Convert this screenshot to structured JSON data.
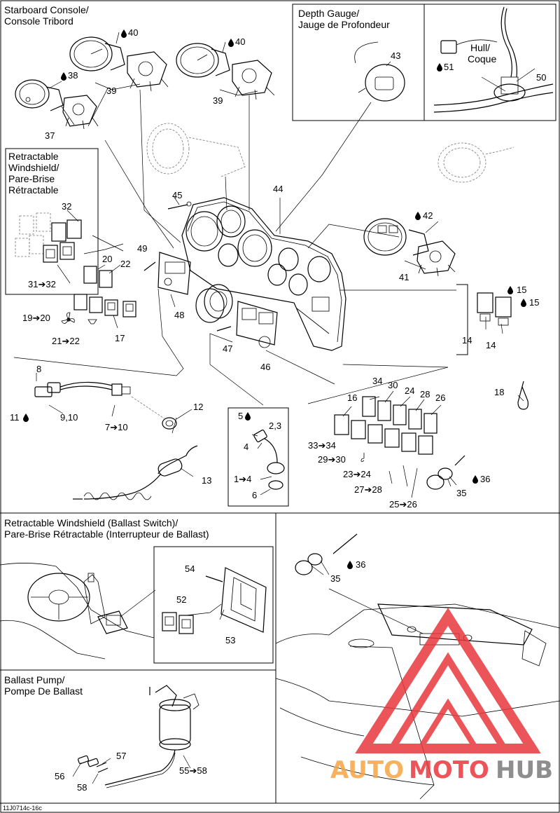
{
  "sections": {
    "starboard_console": [
      "Starboard Console/",
      "Console Tribord"
    ],
    "depth_gauge": [
      "Depth Gauge/",
      "Jauge de Profondeur"
    ],
    "hull": [
      "Hull/",
      "Coque"
    ],
    "retractable_windshield": [
      "Retractable",
      "Windshield/",
      "Pare-Brise",
      "Rétractable"
    ],
    "windshield_ballast": [
      "Retractable Windshield (Ballast Switch)/",
      "Pare-Brise Rétractable (Interrupteur de Ballast)"
    ],
    "ballast_pump": [
      "Ballast Pump/",
      "Pompe De Ballast"
    ]
  },
  "callouts": {
    "c40a": "40",
    "c40b": "40",
    "c39a": "39",
    "c39b": "39",
    "c38": "38",
    "c37": "37",
    "c43": "43",
    "c51": "51",
    "c50": "50",
    "c45": "45",
    "c44": "44",
    "c42": "42",
    "c41": "41",
    "c32": "32",
    "c31": "31➔32",
    "c49": "49",
    "c20": "20",
    "c22": "22",
    "c19": "19➔20",
    "c21": "21➔22",
    "c17": "17",
    "c48": "48",
    "c15a": "15",
    "c15b": "15",
    "c14a": "14",
    "c14b": "14",
    "c47": "47",
    "c46": "46",
    "c8": "8",
    "c11": "11",
    "c910": "9,10",
    "c710": "7➔10",
    "c12": "12",
    "c13": "13",
    "c18": "18",
    "c5": "5",
    "c23c": "2,3",
    "c4": "4",
    "c14x": "1➔4",
    "c6": "6",
    "c34": "34",
    "c30": "30",
    "c24": "24",
    "c28": "28",
    "c16": "16",
    "c26": "26",
    "c3334": "33➔34",
    "c2930": "29➔30",
    "c2324": "23➔24",
    "c2728": "27➔28",
    "c2526": "25➔26",
    "c36a": "36",
    "c35a": "35",
    "c54": "54",
    "c52": "52",
    "c53": "53",
    "c35b": "35",
    "c36b": "36",
    "c57": "57",
    "c56": "56",
    "c58": "58",
    "c5558": "55➔58"
  },
  "footer_code": "11J0714c-16c",
  "watermark": {
    "a": "AUTO",
    "b": "MOTO",
    "c": "HUB",
    "colors": {
      "red": "#e8383d",
      "orange": "#f6a545",
      "gray": "#7b7b7b"
    }
  }
}
